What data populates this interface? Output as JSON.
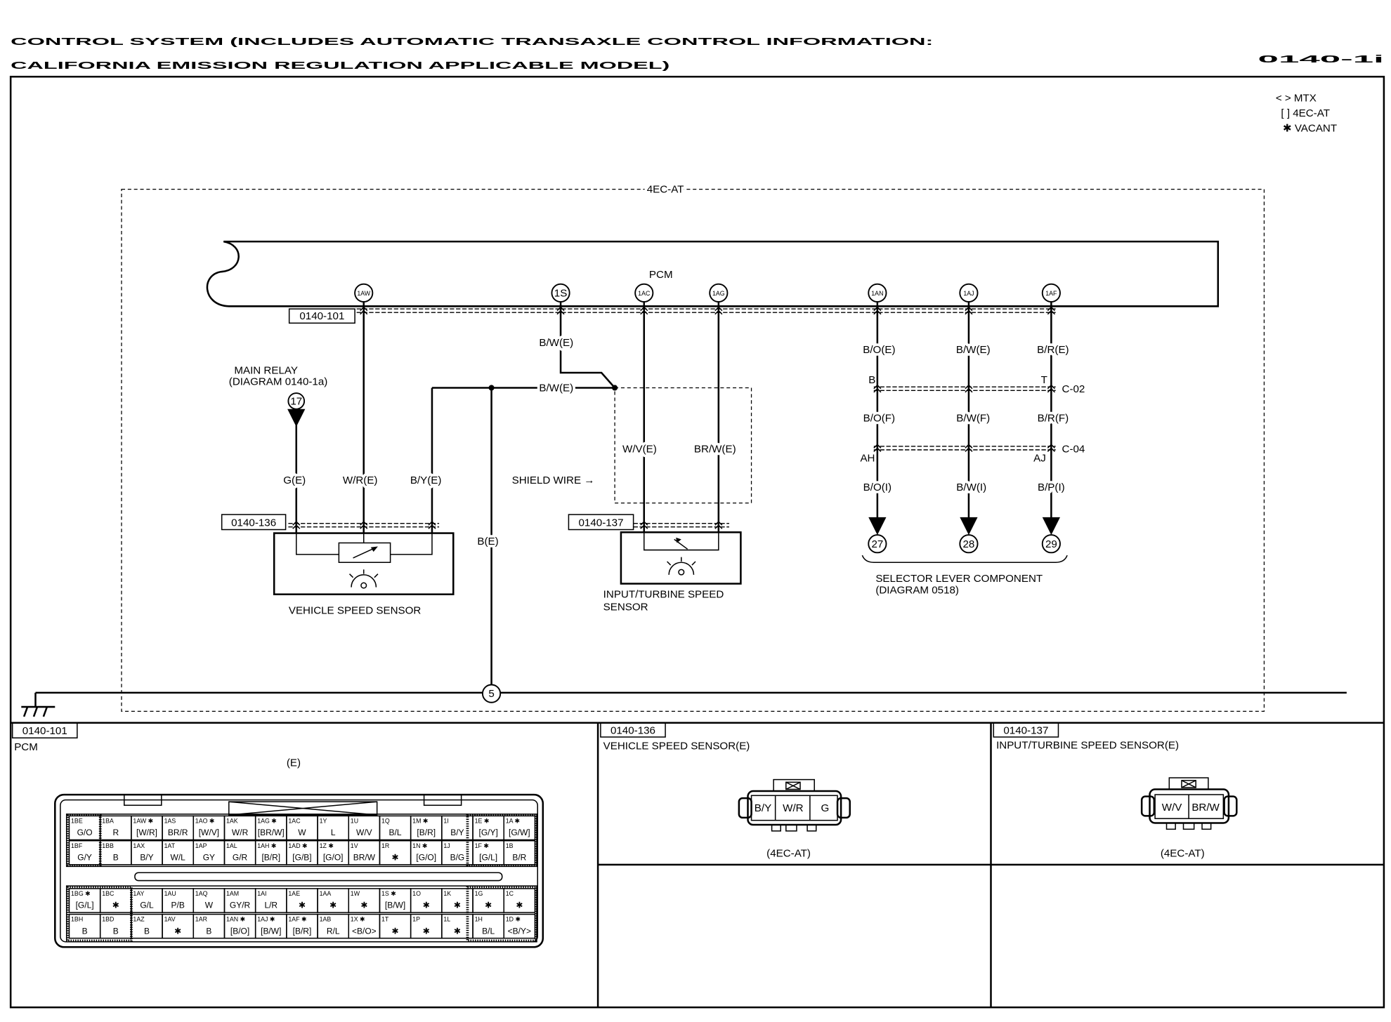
{
  "header": {
    "title_line1": "CONTROL SYSTEM (INCLUDES AUTOMATIC TRANSAXLE CONTROL INFORMATION:",
    "title_line2": "CALIFORNIA EMISSION REGULATION APPLICABLE MODEL)",
    "page_code": "0140-1i"
  },
  "legend": {
    "mtx": "< > MTX",
    "ec_at": "[ ] 4EC-AT",
    "vacant": "✱ VACANT"
  },
  "schematic": {
    "region_label": "4EC-AT",
    "pcm_label": "PCM",
    "terminals": [
      "1AW",
      "1S",
      "1AC",
      "1AG",
      "1AN",
      "1AJ",
      "1AF"
    ],
    "connector_refs": {
      "pcm": "0140-101",
      "vss": "0140-136",
      "tss": "0140-137"
    },
    "main_relay": {
      "title": "MAIN RELAY",
      "ref": "(DIAGRAM 0140-1a)",
      "point": "17"
    },
    "wires": {
      "pcm_1s": "B/W(E)",
      "shield_drain": "B/W(E)",
      "relay_feed": "G(E)",
      "vss_signal": "W/R(E)",
      "vss_return": "B/Y(E)",
      "ground": "B(E)",
      "tss_pos": "W/V(E)",
      "tss_neg": "BR/W(E)"
    },
    "shield_wire_label": "SHIELD WIRE →",
    "vss_label": "VEHICLE SPEED SENSOR",
    "tss_label": [
      "INPUT/TURBINE SPEED",
      "SENSOR"
    ],
    "ground_point": "5",
    "selector": {
      "wires_e": [
        "B/O(E)",
        "B/W(E)",
        "B/R(E)"
      ],
      "c02": {
        "name": "C-02",
        "left_pin": "B",
        "right_pin": "T"
      },
      "wires_f": [
        "B/O(F)",
        "B/W(F)",
        "B/R(F)"
      ],
      "c04": {
        "name": "C-04",
        "left_pin": "AH",
        "right_pin": "AJ"
      },
      "wires_i": [
        "B/O(I)",
        "B/W(I)",
        "B/P(I)"
      ],
      "points": [
        "27",
        "28",
        "29"
      ],
      "title": "SELECTOR LEVER COMPONENT",
      "ref": "(DIAGRAM 0518)"
    }
  },
  "panels": {
    "pcm": {
      "ref": "0140-101",
      "title": "PCM",
      "side": "(E)",
      "rows": [
        [
          {
            "id": "1BE",
            "wire": "G/O"
          },
          {
            "id": "1BA",
            "wire": "R"
          },
          {
            "id": "1AW ✱",
            "wire": "[W/R]"
          },
          {
            "id": "1AS",
            "wire": "BR/R"
          },
          {
            "id": "1AO ✱",
            "wire": "[W/V]"
          },
          {
            "id": "1AK",
            "wire": "W/R"
          },
          {
            "id": "1AG ✱",
            "wire": "[BR/W]"
          },
          {
            "id": "1AC",
            "wire": "W"
          },
          {
            "id": "1Y",
            "wire": "L"
          },
          {
            "id": "1U",
            "wire": "W/V"
          },
          {
            "id": "1Q",
            "wire": "B/L"
          },
          {
            "id": "1M ✱",
            "wire": "[B/R]"
          },
          {
            "id": "1I",
            "wire": "B/Y"
          },
          {
            "id": "1E ✱",
            "wire": "[G/Y]"
          },
          {
            "id": "1A ✱",
            "wire": "[G/W]"
          }
        ],
        [
          {
            "id": "1BF",
            "wire": "G/Y"
          },
          {
            "id": "1BB",
            "wire": "B"
          },
          {
            "id": "1AX",
            "wire": "B/Y"
          },
          {
            "id": "1AT",
            "wire": "W/L"
          },
          {
            "id": "1AP",
            "wire": "GY"
          },
          {
            "id": "1AL",
            "wire": "G/R"
          },
          {
            "id": "1AH ✱",
            "wire": "[B/R]"
          },
          {
            "id": "1AD ✱",
            "wire": "[G/B]"
          },
          {
            "id": "1Z ✱",
            "wire": "[G/O]"
          },
          {
            "id": "1V",
            "wire": "BR/W"
          },
          {
            "id": "1R",
            "wire": "✱"
          },
          {
            "id": "1N ✱",
            "wire": "[G/O]"
          },
          {
            "id": "1J",
            "wire": "B/G"
          },
          {
            "id": "1F ✱",
            "wire": "[G/L]"
          },
          {
            "id": "1B",
            "wire": "B/R"
          }
        ],
        [
          {
            "id": "1BG ✱",
            "wire": "[G/L]"
          },
          {
            "id": "1BC",
            "wire": "✱"
          },
          {
            "id": "1AY",
            "wire": "G/L"
          },
          {
            "id": "1AU",
            "wire": "P/B"
          },
          {
            "id": "1AQ",
            "wire": "W"
          },
          {
            "id": "1AM",
            "wire": "GY/R"
          },
          {
            "id": "1AI",
            "wire": "L/R"
          },
          {
            "id": "1AE",
            "wire": "✱"
          },
          {
            "id": "1AA",
            "wire": "✱"
          },
          {
            "id": "1W",
            "wire": "✱"
          },
          {
            "id": "1S ✱",
            "wire": "[B/W]"
          },
          {
            "id": "1O",
            "wire": "✱"
          },
          {
            "id": "1K",
            "wire": "✱"
          },
          {
            "id": "1G",
            "wire": "✱"
          },
          {
            "id": "1C",
            "wire": "✱"
          }
        ],
        [
          {
            "id": "1BH",
            "wire": "B"
          },
          {
            "id": "1BD",
            "wire": "B"
          },
          {
            "id": "1AZ",
            "wire": "B"
          },
          {
            "id": "1AV",
            "wire": "✱"
          },
          {
            "id": "1AR",
            "wire": "B"
          },
          {
            "id": "1AN ✱",
            "wire": "[B/O]"
          },
          {
            "id": "1AJ ✱",
            "wire": "[B/W]"
          },
          {
            "id": "1AF ✱",
            "wire": "[B/R]"
          },
          {
            "id": "1AB",
            "wire": "R/L"
          },
          {
            "id": "1X ✱",
            "wire": "<B/O>"
          },
          {
            "id": "1T",
            "wire": "✱"
          },
          {
            "id": "1P",
            "wire": "✱"
          },
          {
            "id": "1L",
            "wire": "✱"
          },
          {
            "id": "1H",
            "wire": "B/L"
          },
          {
            "id": "1D ✱",
            "wire": "<B/Y>"
          }
        ]
      ]
    },
    "vss": {
      "ref": "0140-136",
      "title": "VEHICLE SPEED SENSOR(E)",
      "pins": [
        "B/Y",
        "W/R",
        "G"
      ],
      "variant": "(4EC-AT)"
    },
    "tss": {
      "ref": "0140-137",
      "title": "INPUT/TURBINE SPEED SENSOR(E)",
      "pins": [
        "W/V",
        "BR/W"
      ],
      "variant": "(4EC-AT)"
    }
  }
}
